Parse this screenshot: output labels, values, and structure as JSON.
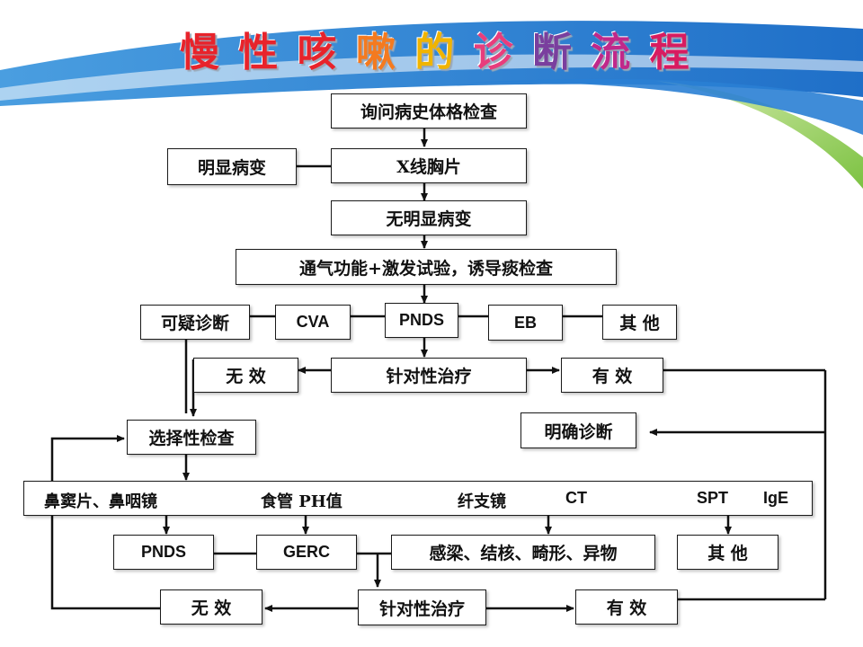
{
  "title": {
    "chars": [
      {
        "text": "慢",
        "color": "#e8232b"
      },
      {
        "text": "性",
        "color": "#e8232b"
      },
      {
        "text": "咳",
        "color": "#e8232b"
      },
      {
        "text": "嗽",
        "color": "#f47a1f"
      },
      {
        "text": "的",
        "color": "#f0b400"
      },
      {
        "text": "诊",
        "color": "#e83d7c"
      },
      {
        "text": "断",
        "color": "#7a3f9e"
      },
      {
        "text": "流",
        "color": "#c0288a"
      },
      {
        "text": "程",
        "color": "#d81b60"
      }
    ]
  },
  "nodes": {
    "history": "询问病史体格检查",
    "xray": "X线胸片",
    "obvious": "明显病变",
    "no_obvious": "无明显病变",
    "ventilation": "通气功能+激发试验，诱导痰检查",
    "suspect": "可疑诊断",
    "cva": "CVA",
    "pnds1": "PNDS",
    "eb": "EB",
    "others1": "其 他",
    "invalid1": "无 效",
    "treat1": "针对性治疗",
    "effective1": "有 效",
    "confirm": "明确诊断",
    "select": "选择性检查",
    "exam_sinus": "鼻窦片、鼻咽镜",
    "exam_ph": "食管 PH值",
    "exam_fiber": "纤支镜",
    "exam_ct": "CT",
    "exam_spt": "SPT",
    "exam_ige": "IgE",
    "pnds2": "PNDS",
    "gerc": "GERC",
    "infect": "感梁、结核、畸形、异物",
    "others2": "其 他",
    "invalid2": "无 效",
    "treat2": "针对性治疗",
    "effective2": "有 效"
  }
}
